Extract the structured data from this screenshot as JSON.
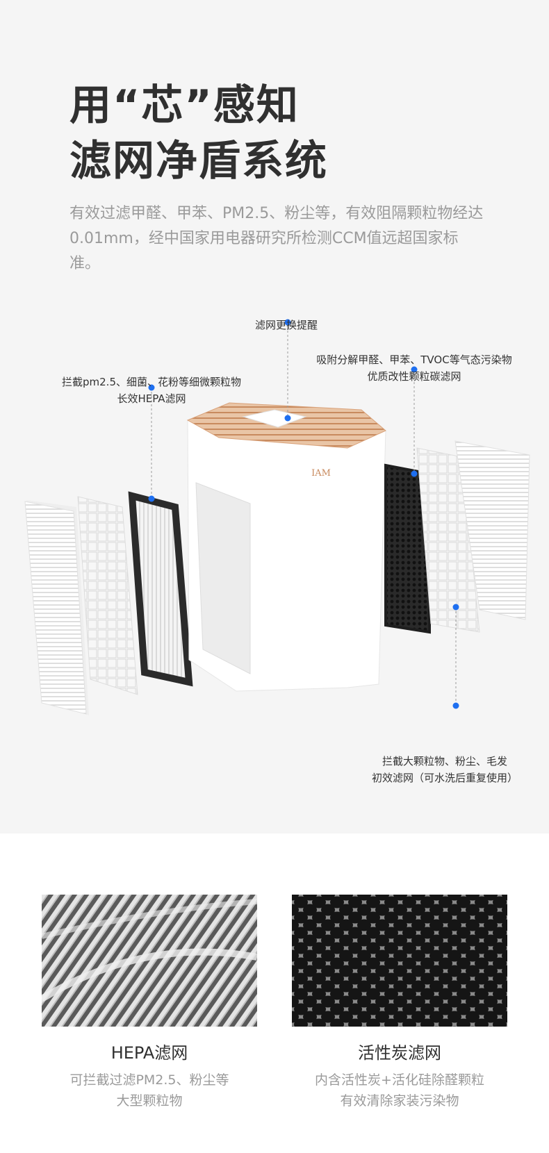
{
  "title": {
    "line1": "用“芯”感知",
    "line2": "滤网净盾系统"
  },
  "subtitle": "有效过滤甲醛、甲苯、PM2.5、粉尘等，有效阻隔颗粒物经达0.01mm，经中国家用电器研究所检测CCM值远超国家标准。",
  "callouts": {
    "top": {
      "line1": "滤网更换提醒"
    },
    "carbon": {
      "line1": "吸附分解甲醛、甲苯、TVOC等气态污染物",
      "line2": "优质改性颗粒碳滤网"
    },
    "hepa": {
      "line1": "拦截pm2.5、细菌、花粉等细微颗粒物",
      "line2": "长效HEPA滤网"
    },
    "prefilter": {
      "line1": "拦截大颗粒物、粉尘、毛发",
      "line2": "初效滤网（可水洗后重复使用）"
    }
  },
  "product": {
    "logo": "IAM"
  },
  "filters": [
    {
      "title": "HEPA滤网",
      "desc_line1": "可拦截过滤PM2.5、粉尘等",
      "desc_line2": "大型颗粒物"
    },
    {
      "title": "活性炭滤网",
      "desc_line1": "内含活性炭+活化硅除醛颗粒",
      "desc_line2": "有效清除家装污染物"
    }
  ],
  "colors": {
    "background": "#f5f5f5",
    "title": "#303030",
    "subtitle": "#9a9a9a",
    "dot": "#1e6ff0",
    "accent_copper": "#d9a27a"
  }
}
